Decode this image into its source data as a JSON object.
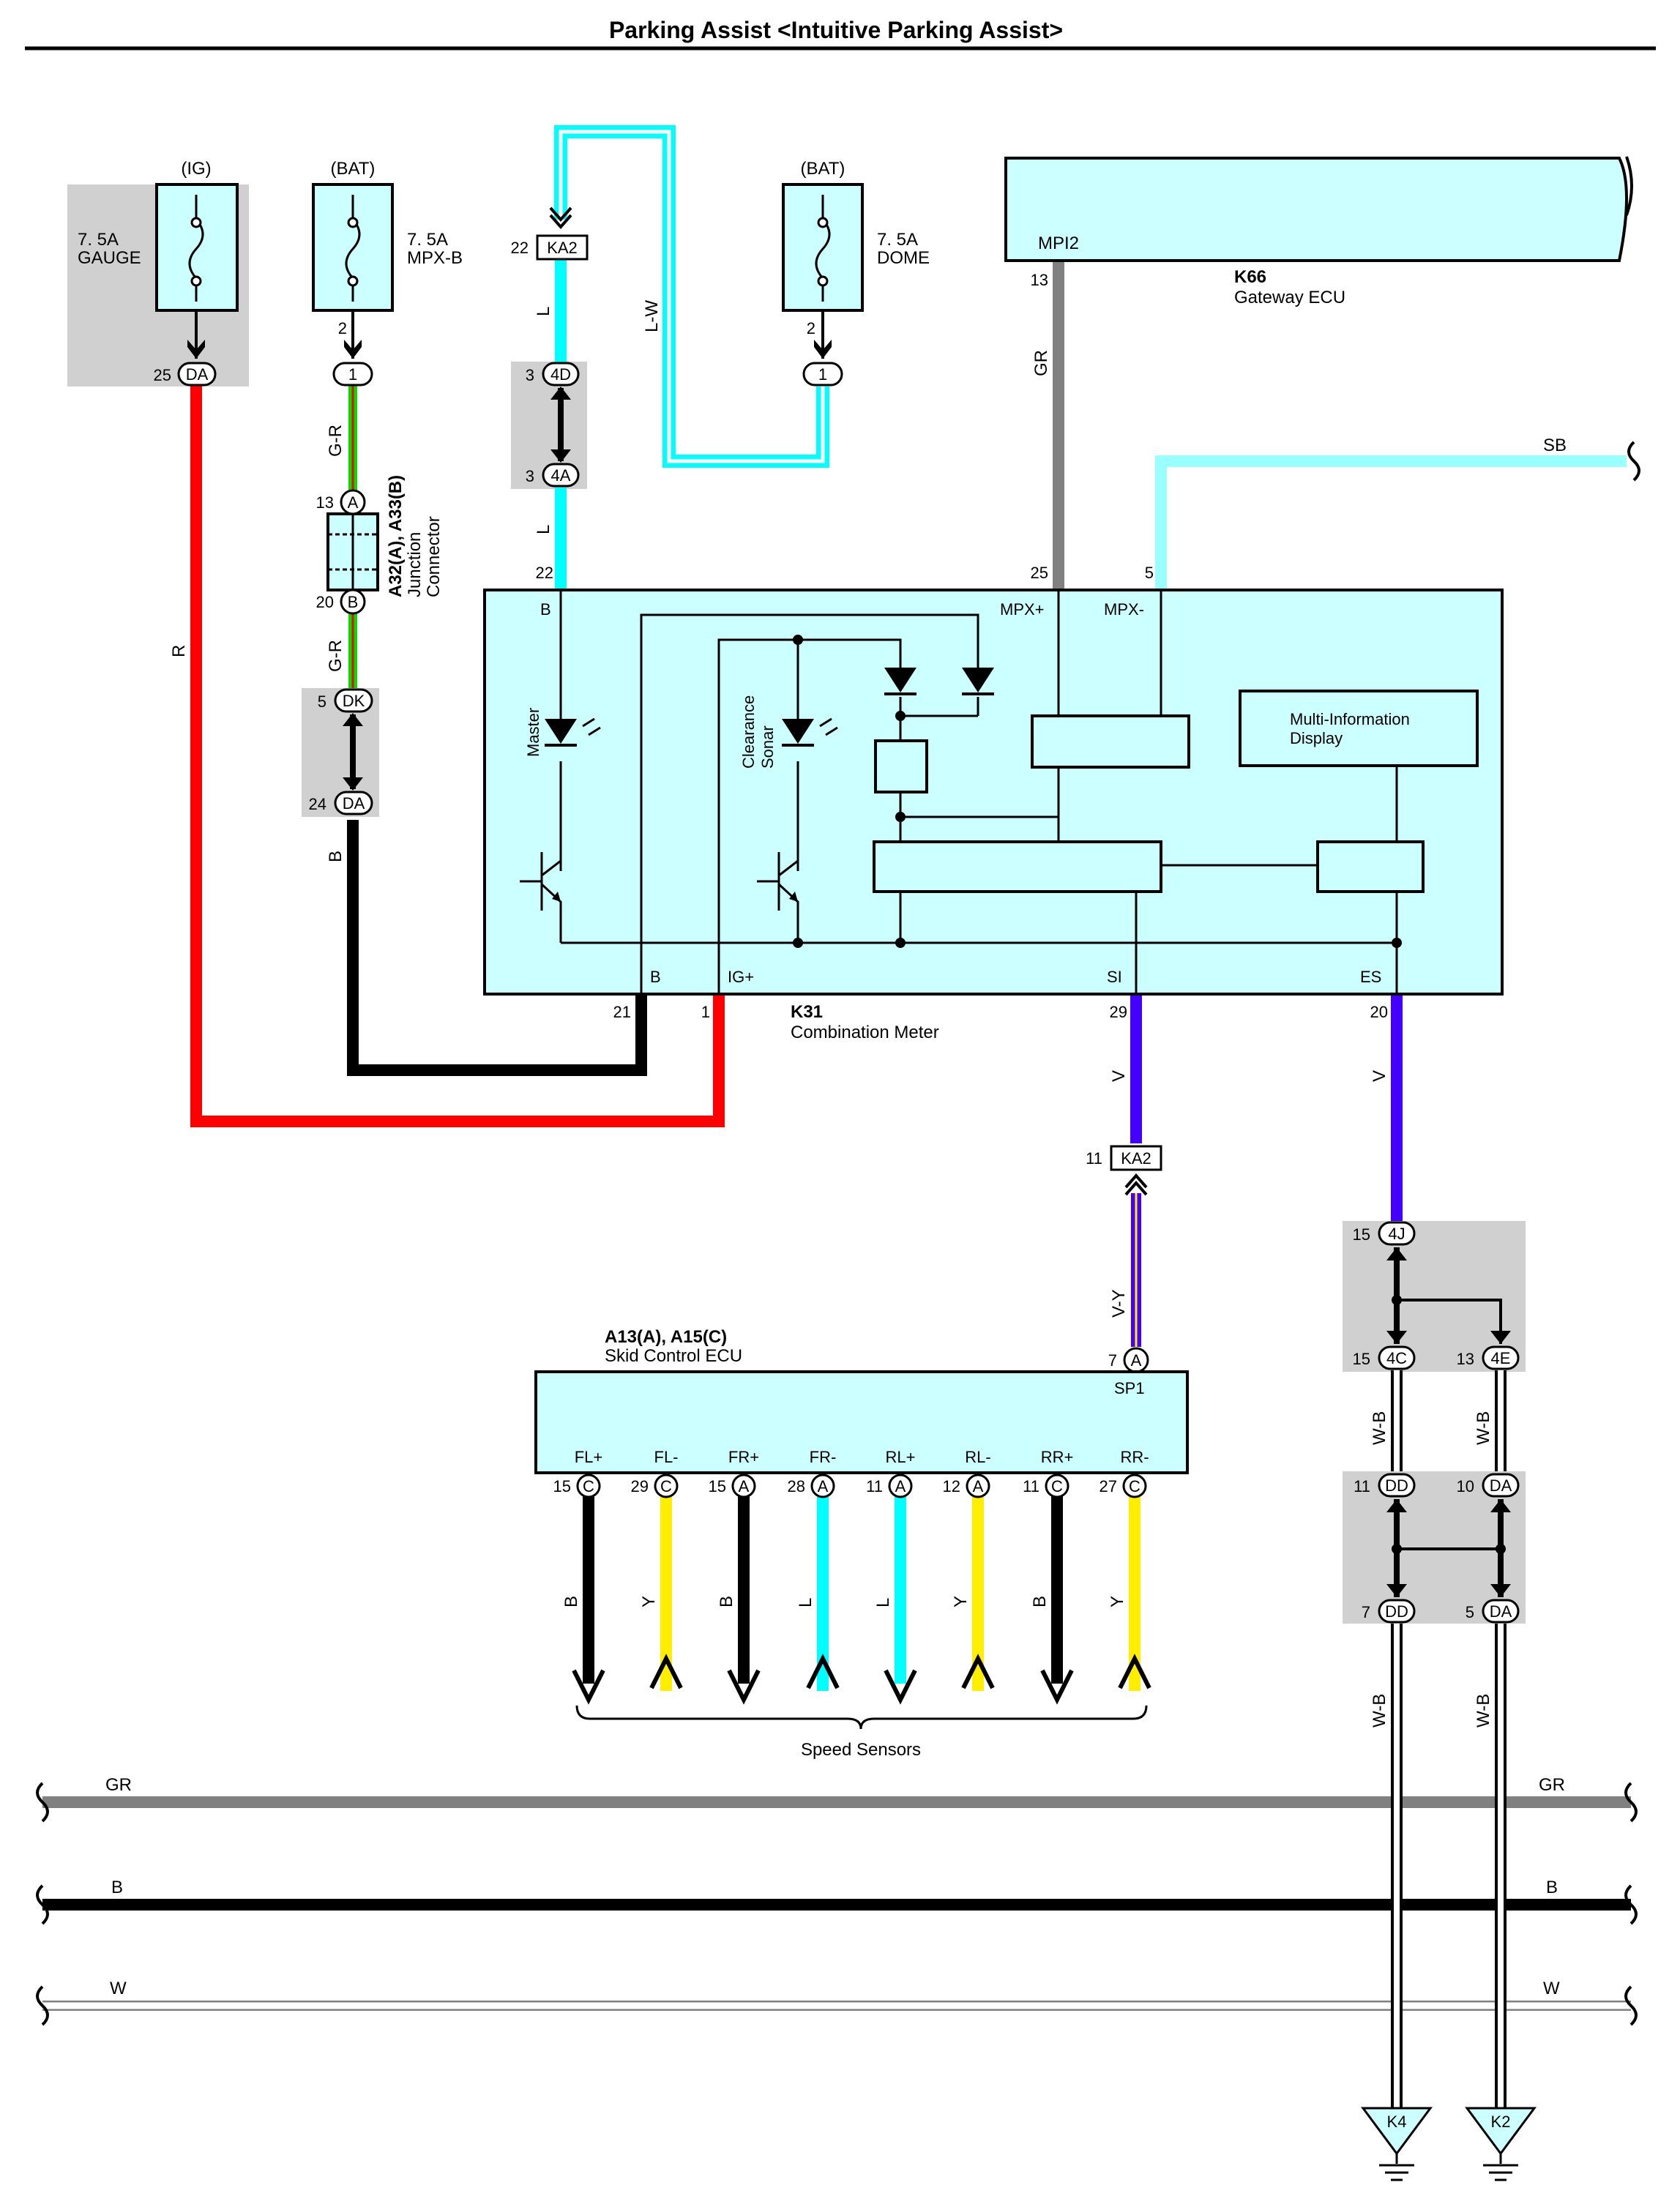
{
  "title": "Parking Assist <Intuitive Parking Assist>",
  "power": {
    "ig": {
      "label": "(IG)",
      "amp": "7. 5A",
      "name": "GAUGE"
    },
    "bat1": {
      "label": "(BAT)",
      "amp": "7. 5A",
      "name": "MPX-B"
    },
    "bat2": {
      "label": "(BAT)",
      "amp": "7. 5A",
      "name": "DOME"
    }
  },
  "components": {
    "gateway": {
      "code": "K66",
      "name": "Gateway ECU",
      "pin_label": "MPI2",
      "pin_num": "13"
    },
    "meter": {
      "code": "K31",
      "name": "Combination Meter",
      "pins": {
        "b_top": "B",
        "mpx_plus": "MPX+",
        "mpx_minus": "MPX-",
        "b_bottom": "B",
        "ig_plus": "IG+",
        "si": "SI",
        "es": "ES"
      },
      "internal": {
        "master": "Master",
        "clearance1": "Clearance",
        "clearance2": "Sonar",
        "mid1": "Multi-Information",
        "mid2": "Display"
      }
    },
    "junction": {
      "code": "A32(A), A33(B)",
      "name1": "Junction",
      "name2": "Connector"
    },
    "skid": {
      "code": "A13(A), A15(C)",
      "name": "Skid Control ECU",
      "sp1": "SP1",
      "pins": [
        "FL+",
        "FL-",
        "FR+",
        "FR-",
        "RL+",
        "RL-",
        "RR+",
        "RR-"
      ],
      "pin_nums": [
        "15",
        "29",
        "15",
        "28",
        "11",
        "12",
        "11",
        "27"
      ],
      "pin_conns": [
        "C",
        "C",
        "A",
        "A",
        "A",
        "A",
        "C",
        "C"
      ],
      "wire_colors": [
        "B",
        "Y",
        "B",
        "L",
        "L",
        "Y",
        "B",
        "Y"
      ]
    },
    "speed_sensors": "Speed Sensors"
  },
  "connectors": {
    "da": "DA",
    "one": "1",
    "ka2": "KA2",
    "d4": "4D",
    "a4": "4A",
    "a": "A",
    "b": "B",
    "dk": "DK",
    "j4": "4J",
    "c4": "4C",
    "e4": "4E",
    "dd": "DD"
  },
  "pin_numbers": {
    "gauge_da": "25",
    "mpxb_out": "2",
    "dome_out": "2",
    "ka2_top": "22",
    "d4": "3",
    "a4": "3",
    "meter_b": "22",
    "meter_mpxp": "25",
    "meter_mpxm": "5",
    "junction_a": "13",
    "junction_b": "20",
    "dk": "5",
    "da24": "24",
    "meter_b_bottom": "21",
    "meter_ig": "1",
    "meter_si": "29",
    "meter_es": "20",
    "ka2_bottom": "11",
    "skid_sp1": "7",
    "j4": "15",
    "c4": "15",
    "e4": "13",
    "dd11": "11",
    "da10": "10",
    "dd7": "7",
    "da5": "5"
  },
  "wire_labels": {
    "r": "R",
    "gr1": "G-R",
    "gr2": "G-R",
    "b_black": "B",
    "l1": "L",
    "l2": "L",
    "lw": "L-W",
    "gr_gate": "GR",
    "sb": "SB",
    "v1": "V",
    "v2": "V",
    "vy": "V-Y",
    "wb1": "W-B",
    "wb2": "W-B",
    "wb3": "W-B",
    "wb4": "W-B"
  },
  "bus": {
    "gr": "GR",
    "b": "B",
    "w": "W"
  },
  "grounds": {
    "k4": "K4",
    "k2": "K2"
  },
  "colors": {
    "red": "#ff0000",
    "black": "#000000",
    "cyan": "#00ffff",
    "lightcyan": "#99ffff",
    "gray": "#808080",
    "violet": "#4400ff",
    "yellow": "#ffee00",
    "green": "#00dd00",
    "box": "#ccffff",
    "shade": "#d0d0d0"
  }
}
